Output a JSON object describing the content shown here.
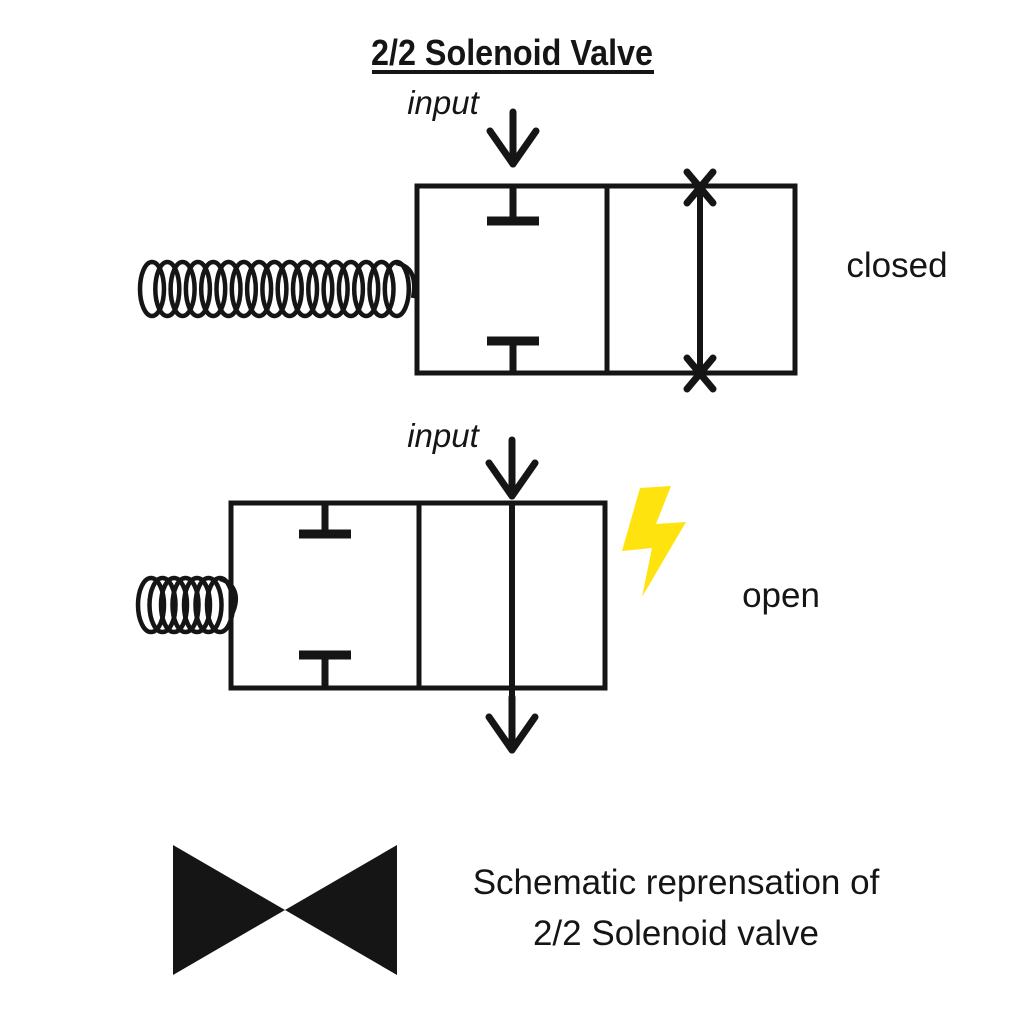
{
  "title": "2/2 Solenoid Valve",
  "diagrams": {
    "closed": {
      "input_label": "input",
      "state_label": "closed"
    },
    "open": {
      "input_label": "input",
      "state_label": "open"
    }
  },
  "caption": {
    "line1": "Schematic reprensation of",
    "line2": "2/2 Solenoid valve"
  },
  "colors": {
    "ink": "#151515",
    "lightning": "#ffe30f",
    "background": "#ffffff"
  },
  "icons": {
    "lightning_bolt": "⚡",
    "input_arrow": "↓",
    "output_arrow": "↓",
    "blocked_port": "✕",
    "spring": "coil",
    "valve_symbol": "bowtie"
  }
}
